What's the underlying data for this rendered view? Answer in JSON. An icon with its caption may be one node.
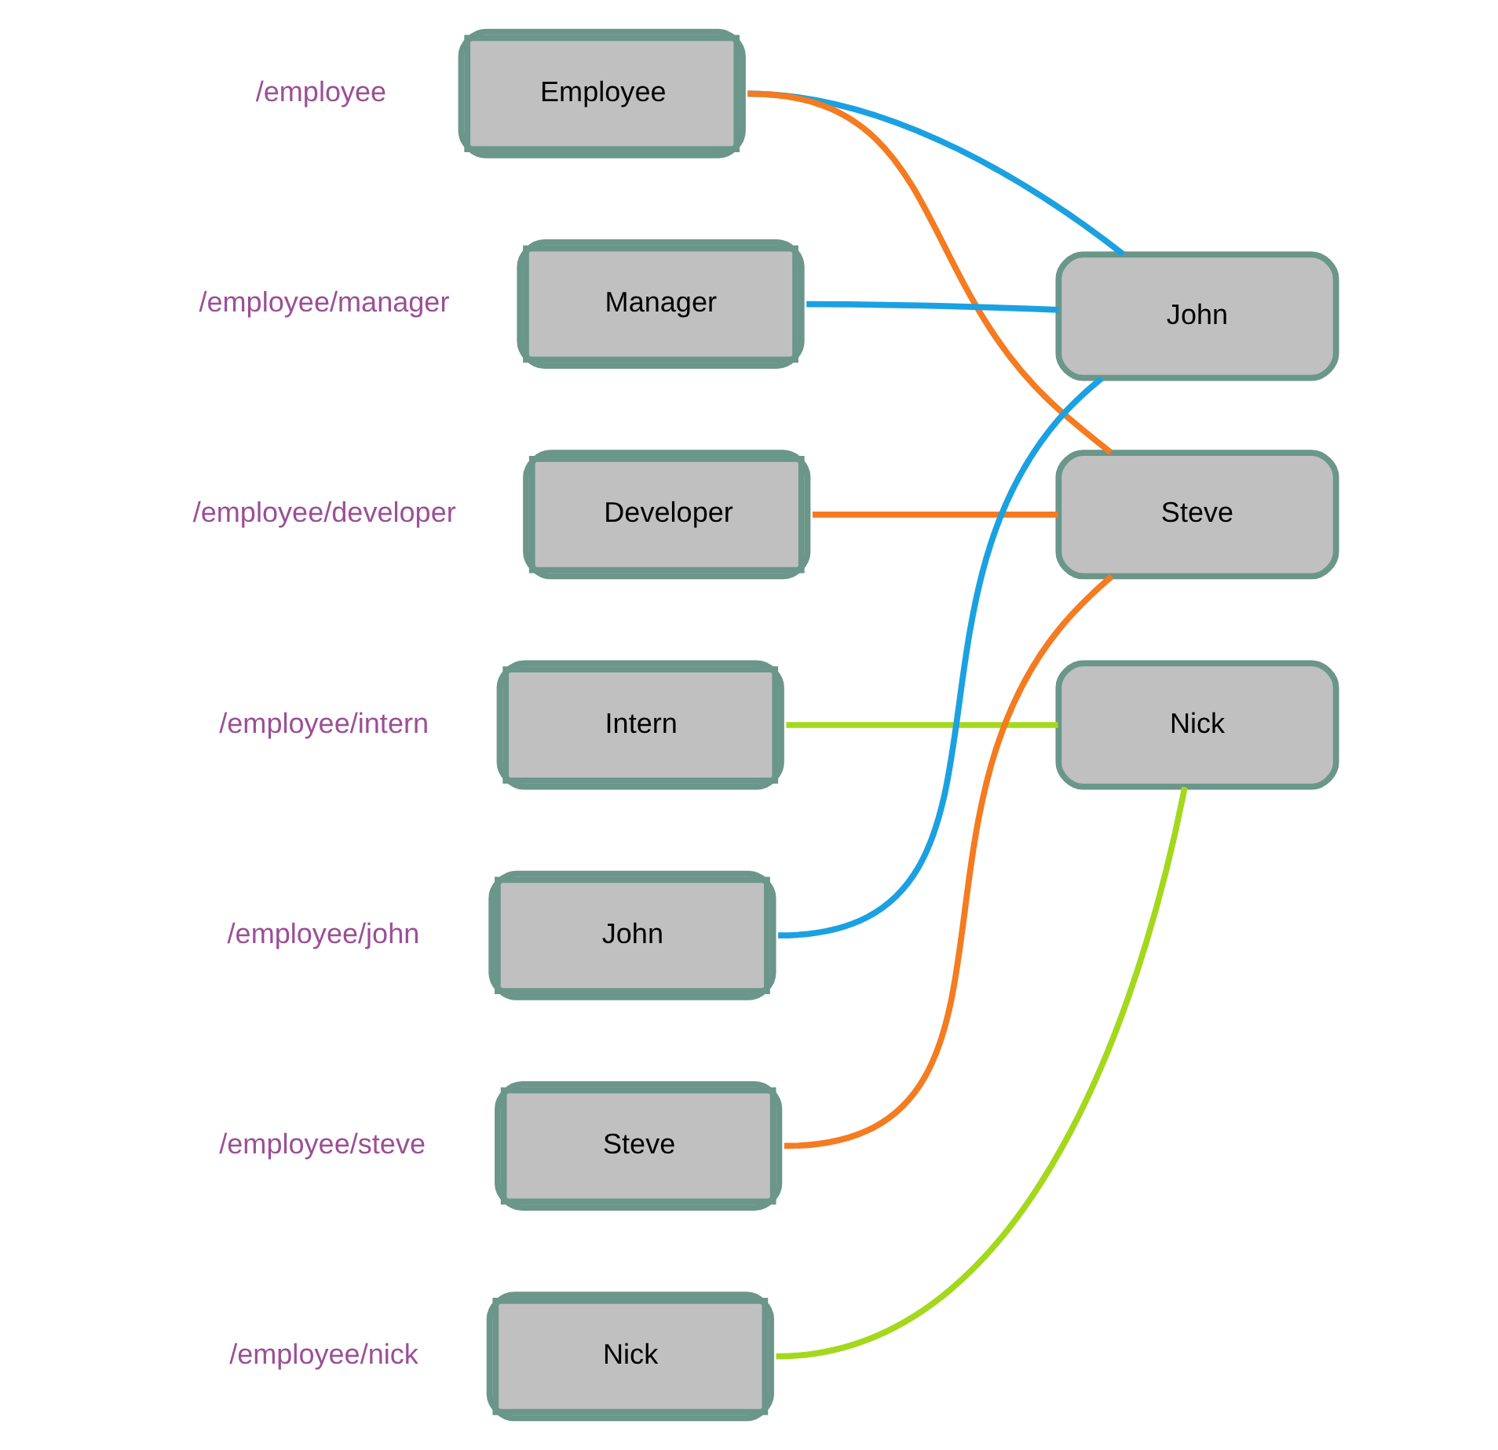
{
  "diagram": {
    "nodes": [
      {
        "text": [
          "Employee"
        ],
        "beside": [
          "/employee"
        ]
      },
      {
        "text": [
          "Manager"
        ],
        "beside": [
          "/employee/manager"
        ]
      },
      {
        "text": [
          "Developer"
        ],
        "beside": [
          "/employee/developer"
        ]
      },
      {
        "text": [
          "Intern"
        ],
        "beside": [
          "/employee/intern"
        ]
      },
      {
        "text": [
          "John"
        ],
        "beside": [
          "/employee/john"
        ]
      },
      {
        "text": [
          "Steve"
        ],
        "beside": [
          "/employee/steve"
        ]
      },
      {
        "text": [
          "Nick"
        ],
        "beside": [
          "/employee/nick"
        ]
      },
      {
        "text": [
          "John"
        ]
      },
      {
        "text": [
          "Steve"
        ]
      },
      {
        "text": [
          "Nick"
        ]
      }
    ],
    "edges": [
      {
        "from": 0,
        "to": 7,
        "arrow": "none",
        "color": "#1ba1e2"
      },
      {
        "from": 0,
        "to": 8,
        "arrow": "none",
        "color": "#f47b20"
      },
      {
        "from": 1,
        "to": 7,
        "arrow": "none",
        "color": "#1ba1e2"
      },
      {
        "from": 2,
        "to": 8,
        "arrow": "none",
        "color": "#f47b20"
      },
      {
        "from": 3,
        "to": 9,
        "arrow": "none",
        "color": "#a4d81d"
      },
      {
        "from": 4,
        "to": 7,
        "arrow": "none",
        "color": "#1ba1e2"
      },
      {
        "from": 5,
        "to": 8,
        "arrow": "none",
        "color": "#f47b20"
      },
      {
        "from": 6,
        "to": 9,
        "arrow": "none",
        "color": "#a4d81d"
      }
    ]
  }
}
